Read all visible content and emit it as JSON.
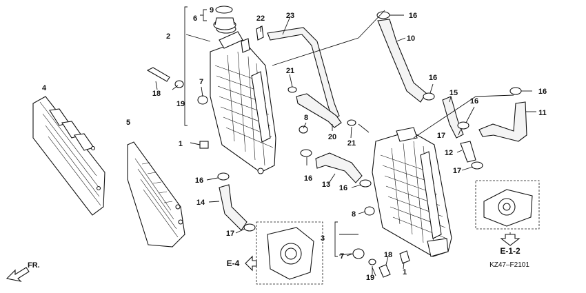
{
  "diagram": {
    "code": "KZ47–F2101",
    "front_label": "FR.",
    "refs": {
      "e1": "E-1-2",
      "e4": "E-4"
    },
    "labels": {
      "l1a": "1",
      "l1b": "1",
      "l2": "2",
      "l3": "3",
      "l4": "4",
      "l5": "5",
      "l6": "6",
      "l7a": "7",
      "l7b": "7",
      "l8a": "8",
      "l8b": "8",
      "l9": "9",
      "l10": "10",
      "l11": "11",
      "l12": "12",
      "l13": "13",
      "l14": "14",
      "l15": "15",
      "l16a": "16",
      "l16b": "16",
      "l16c": "16",
      "l16d": "16",
      "l16e": "16",
      "l16f": "16",
      "l16g": "16",
      "l17a": "17",
      "l17b": "17",
      "l17c": "17",
      "l18a": "18",
      "l18b": "18",
      "l19a": "19",
      "l19b": "19",
      "l20": "20",
      "l21a": "21",
      "l21b": "21",
      "l22": "22",
      "l23": "23"
    }
  }
}
